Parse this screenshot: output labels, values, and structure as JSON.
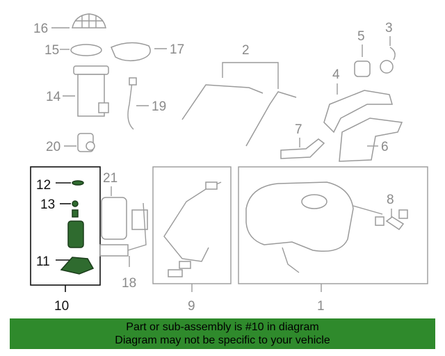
{
  "labels": {
    "n1": "1",
    "n2": "2",
    "n3": "3",
    "n4": "4",
    "n5": "5",
    "n6": "6",
    "n7": "7",
    "n8": "8",
    "n9": "9",
    "n10": "10",
    "n11": "11",
    "n12": "12",
    "n13": "13",
    "n14": "14",
    "n15": "15",
    "n16": "16",
    "n17": "17",
    "n18": "18",
    "n19": "19",
    "n20": "20",
    "n21": "21"
  },
  "banner": {
    "line1": "Part or sub-assembly is #10 in diagram",
    "line2": "Diagram may not be specific to your vehicle"
  },
  "colors": {
    "banner": "#2f8a2c",
    "highlight": "#2f6b2f",
    "outline": "#9a9a9a"
  }
}
